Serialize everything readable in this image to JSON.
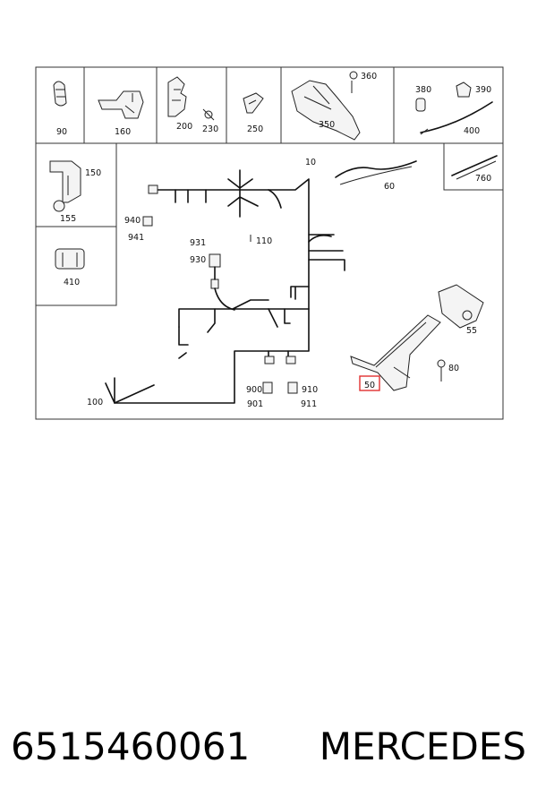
{
  "diagram": {
    "labels": {
      "l90": "90",
      "l160": "160",
      "l200": "200",
      "l230": "230",
      "l250": "250",
      "l350": "350",
      "l360": "360",
      "l380": "380",
      "l390": "390",
      "l400": "400",
      "l150": "150",
      "l155": "155",
      "l410": "410",
      "l10": "10",
      "l60": "60",
      "l760": "760",
      "l940": "940",
      "l941": "941",
      "l931": "931",
      "l930": "930",
      "l110": "110",
      "l55": "55",
      "l80": "80",
      "l50": "50",
      "l100": "100",
      "l900": "900",
      "l901": "901",
      "l910": "910",
      "l911": "911"
    },
    "highlight_color": "#e03030"
  },
  "footer": {
    "part_number": "6515460061",
    "brand": "MERCEDES"
  }
}
